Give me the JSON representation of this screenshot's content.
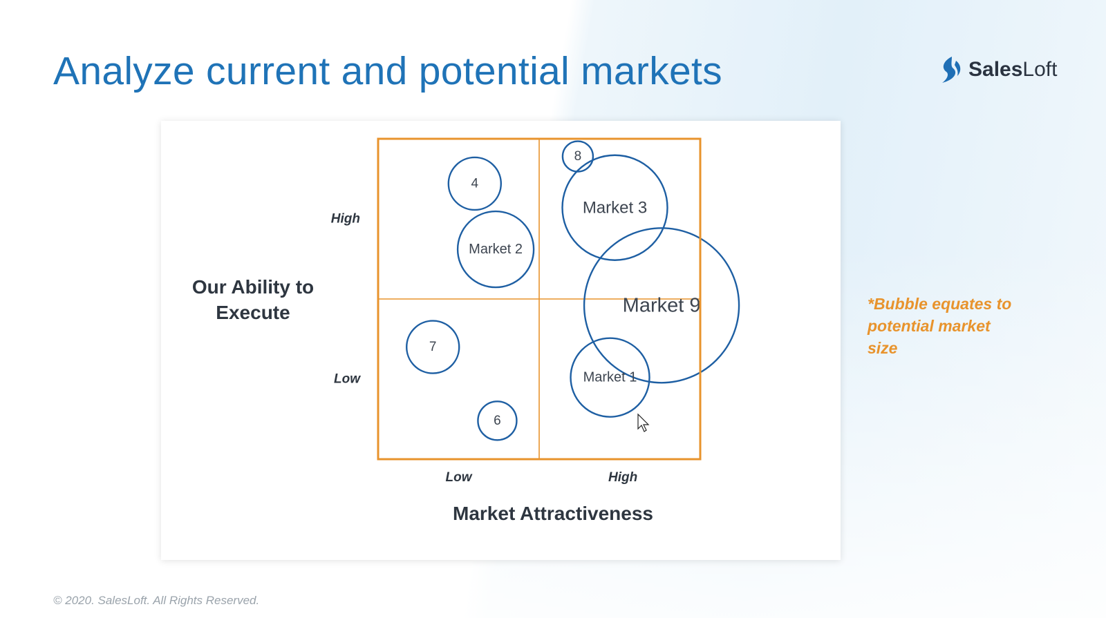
{
  "slide": {
    "title": "Analyze current and potential markets",
    "footer": "© 2020. SalesLoft. All Rights Reserved.",
    "note": "*Bubble equates to potential market size"
  },
  "logo": {
    "icon": "salesloft-s-icon",
    "text_bold": "Sales",
    "text_regular": "Loft"
  },
  "colors": {
    "title": "#1f73b7",
    "bubble": "#1e5fa3",
    "frame": "#e8932c",
    "note": "#e8932c",
    "axis_text": "#2e3640"
  },
  "chart_data": {
    "type": "scatter",
    "title": "",
    "xlabel": "Market Attractiveness",
    "ylabel": "Our Ability to Execute",
    "xlim": [
      0,
      2
    ],
    "ylim": [
      0,
      2
    ],
    "x_ticks": [
      "Low",
      "High"
    ],
    "y_ticks": [
      "Low",
      "High"
    ],
    "quadrant_grid": true,
    "size_encoding": "potential market size",
    "points": [
      {
        "label": "4",
        "x": 0.6,
        "y": 1.72,
        "size": 38
      },
      {
        "label": "Market 2",
        "x": 0.73,
        "y": 1.31,
        "size": 55
      },
      {
        "label": "8",
        "x": 1.24,
        "y": 1.89,
        "size": 22
      },
      {
        "label": "Market 3",
        "x": 1.47,
        "y": 1.57,
        "size": 76
      },
      {
        "label": "Market 9",
        "x": 1.76,
        "y": 0.96,
        "size": 112
      },
      {
        "label": "7",
        "x": 0.34,
        "y": 0.7,
        "size": 38
      },
      {
        "label": "Market 1",
        "x": 1.44,
        "y": 0.51,
        "size": 57
      },
      {
        "label": "6",
        "x": 0.74,
        "y": 0.24,
        "size": 28
      }
    ]
  }
}
